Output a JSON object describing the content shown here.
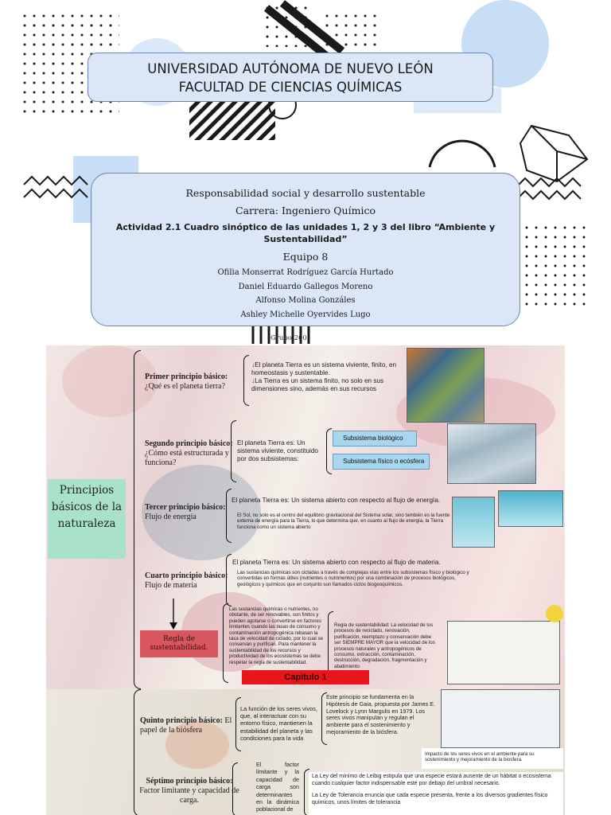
{
  "header": {
    "line1": "UNIVERSIDAD AUTÓNOMA DE NUEVO LEÓN",
    "line2": "FACULTAD DE CIENCIAS QUÍMICAS"
  },
  "info": {
    "course": "Responsabilidad social y desarrollo sustentable",
    "career": "Carrera: Ingeniero Químico",
    "activity": "Actividad 2.1 Cuadro sinóptico de las unidades 1, 2 y 3 del libro “Ambiente y Sustentabilidad”",
    "team": "Equipo 8",
    "members": [
      "Ofilia Monserrat Rodríguez García Hurtado",
      "Daniel Eduardo Gallegos Moreno",
      "Alfonso Molina Gonzáles",
      "Ashley Michelle Oyervides Lugo"
    ]
  },
  "collage": {
    "group_label": "Grupo 200",
    "central_title": "Principios básicos de la naturaleza",
    "principles": [
      {
        "title": "Primer principio básico:",
        "subtitle": "¿Qué es el planeta tierra?",
        "text": "↓El planeta Tierra es un sistema viviente, finito, en homeostasis y sustentable.\n↓La Tierra es un sistema finito, no solo en sus dimensiones sino, además en sus recursos"
      },
      {
        "title": "Segundo principio básico:",
        "subtitle": "¿Cómo está estructurada y funciona?",
        "text": "El planeta Tierra es: Un sistema viviente, constituido por dos subsistemas:"
      },
      {
        "title": "Tercer principio básico:",
        "subtitle": "Flujo de energía",
        "text": "El planeta Tierra es: Un sistema abierto con respecto al flujo de energía."
      },
      {
        "title": "Cuarto principio básico:",
        "subtitle": "Flujo de materia",
        "text": "El planeta Tierra es: Un sistema abierto con respecto al flujo de materia."
      }
    ],
    "subsystems": [
      "Subsistema biológico",
      "Subsistema físico o ecósfera"
    ],
    "energy_detail": "El Sol, no solo es el centro del equilibrio gravitacional del Sistema solar, sino también es la fuente externa de energía para la Tierra, lo que determina que, en cuanto al flujo de energía, la Tierra funciona como un sistema abierto",
    "matter_detail": "Las sustancias químicas son cicladas a través de complejas vías entre los subsistemas físico y biológico y convertidas en formas útiles (nutrientes o nutrimentos) por una combinación de procesos biológicos, geológicos y químicos que en conjunto son llamados ciclos biogeoquímicos.",
    "rule_label": "Regla de sustentabilidad.",
    "rule_left": "Las sustancias químicas o nutrientes, no obstante, de ser renovables, son finitos y pueden agotarse o convertirse en factores limitantes cuando las tasas de consumo y contaminación antropogénica rebasan la tasa de velocidad de ciclado, por lo cual se conservan y purifican. Para mantener la sustentabilidad de los recursos y productividad de los ecosistemas se debe respetar la regla de sustentabilidad.",
    "rule_right": "Regla de sustentabilidad: La velocidad de los procesos de reciclado, renovación, purificación, reemplazo y conservación debe ser SIEMPRE MAYOR que la velocidad de los procesos naturales y antropogénicos de consumo, extracción, contaminación, destrucción, degradación, fragmentación y abatimiento",
    "chapter_label": "Capitulo 1",
    "fifth": {
      "title": "Quinto principio básico:",
      "subtitle": "El papel de la biósfera",
      "left": "La función de los seres vivos, que, al interactuar con su entorno físico, mantienen la estabilidad del planeta y las condiciones para la vida",
      "right": "Este principio se fundamenta en la Hipótesis de Gaia, propuesta por James E. Lovelock y Lynn Margulis en 1979. Los seres vivos manipulan y regulan el ambiente para el sostenimiento y mejoramiento de la biósfera."
    },
    "impact_note": "Impacto de los seres vivos en el ambiente para su sostenimiento y mejoramiento de la biosfera.",
    "seventh": {
      "title": "Séptimo principio básico:",
      "subtitle": "Factor limitante y capacidad de carga.",
      "left": "El factor limitante y la capacidad de carga son determinantes en la dinámica poblacional de",
      "law1": "La Ley del mínimo de Leibig estipula que una especie estará ausente de un hábitat o ecosistema cuando cualquier factor indispensable esté por debajo del umbral necesario.",
      "law2": "La Ley de Tolerancia enuncia que cada especie presenta, frente a los diversos gradientes físico químicos, unos límites de tolerancia"
    }
  }
}
